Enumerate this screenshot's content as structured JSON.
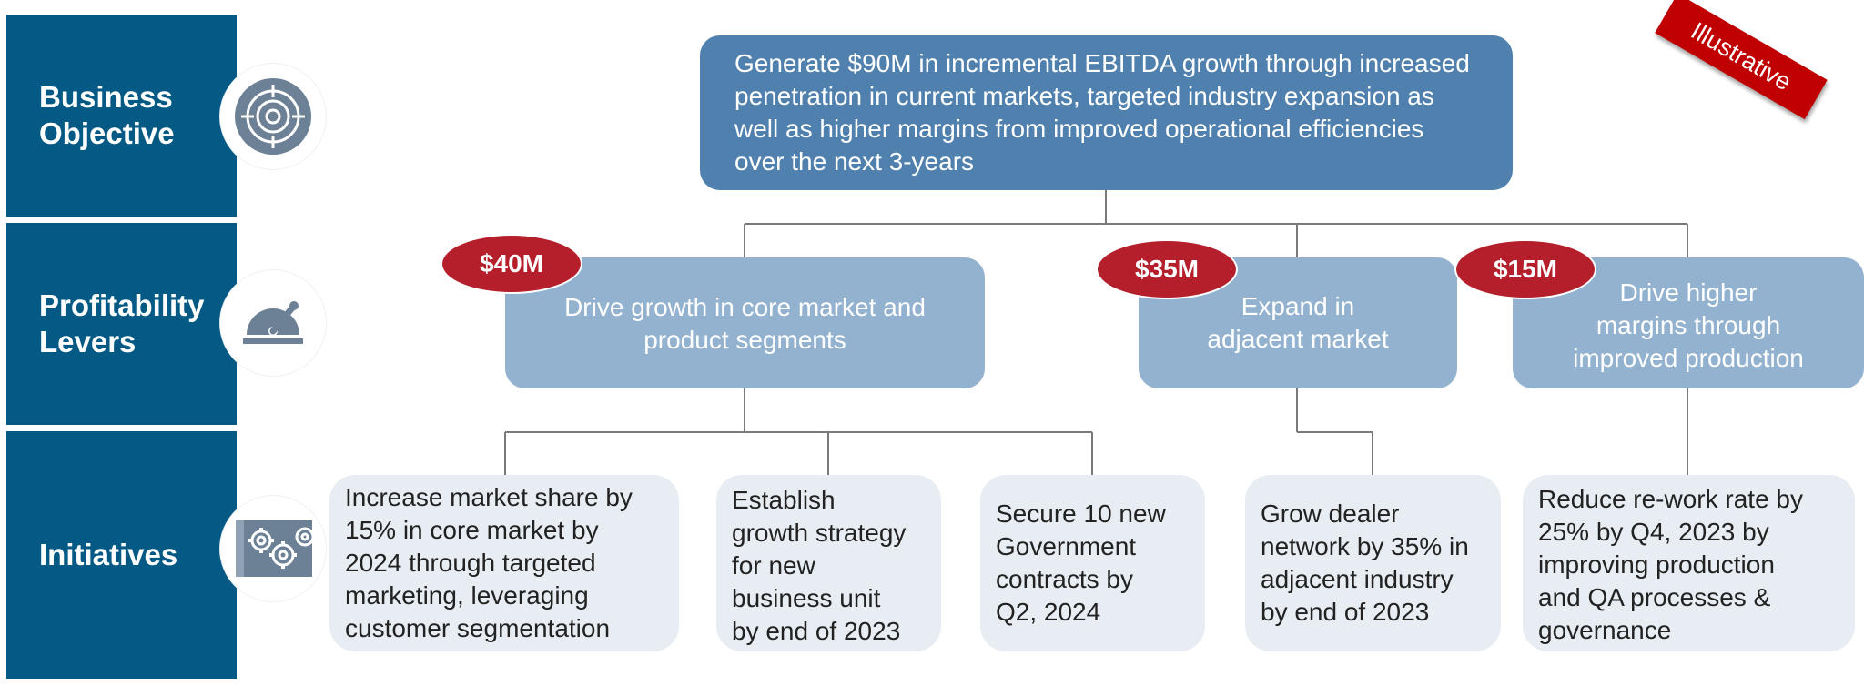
{
  "row_labels": {
    "business_objective": "Business\nObjective",
    "profitability_levers": "Profitability\nLevers",
    "initiatives": "Initiatives"
  },
  "stamp": "Illustrative",
  "objective": "Generate $90M in incremental EBITDA growth through increased penetration in current markets, targeted industry expansion as well as higher margins from improved operational efficiencies over the next 3-years",
  "levers": [
    {
      "value": "$40M",
      "label": "Drive growth in core market and\nproduct segments"
    },
    {
      "value": "$35M",
      "label": "Expand in\nadjacent market"
    },
    {
      "value": "$15M",
      "label": "Drive higher\nmargins through\nimproved production"
    }
  ],
  "initiatives": [
    "Increase market share by\n15% in core market by\n2024 through targeted\nmarketing, leveraging\ncustomer segmentation",
    "Establish\ngrowth strategy\nfor new\nbusiness unit\nby end of 2023",
    "Secure 10 new\nGovernment\ncontracts by\nQ2, 2024",
    "Grow dealer\nnetwork by 35% in\nadjacent industry\nby end of 2023",
    "Reduce re-work rate by\n25% by Q4, 2023 by\nimproving production\nand QA processes &\ngovernance"
  ],
  "icons": [
    "target-icon",
    "lever-icon",
    "gears-icon"
  ],
  "colors": {
    "row_label_bg": "#045a85",
    "objective_bg": "#5080ad",
    "lever_bg": "#93b2cf",
    "initiative_bg": "#e8edf3",
    "badge_bg": "#b41f2b",
    "stamp_bg": "#c00000"
  }
}
